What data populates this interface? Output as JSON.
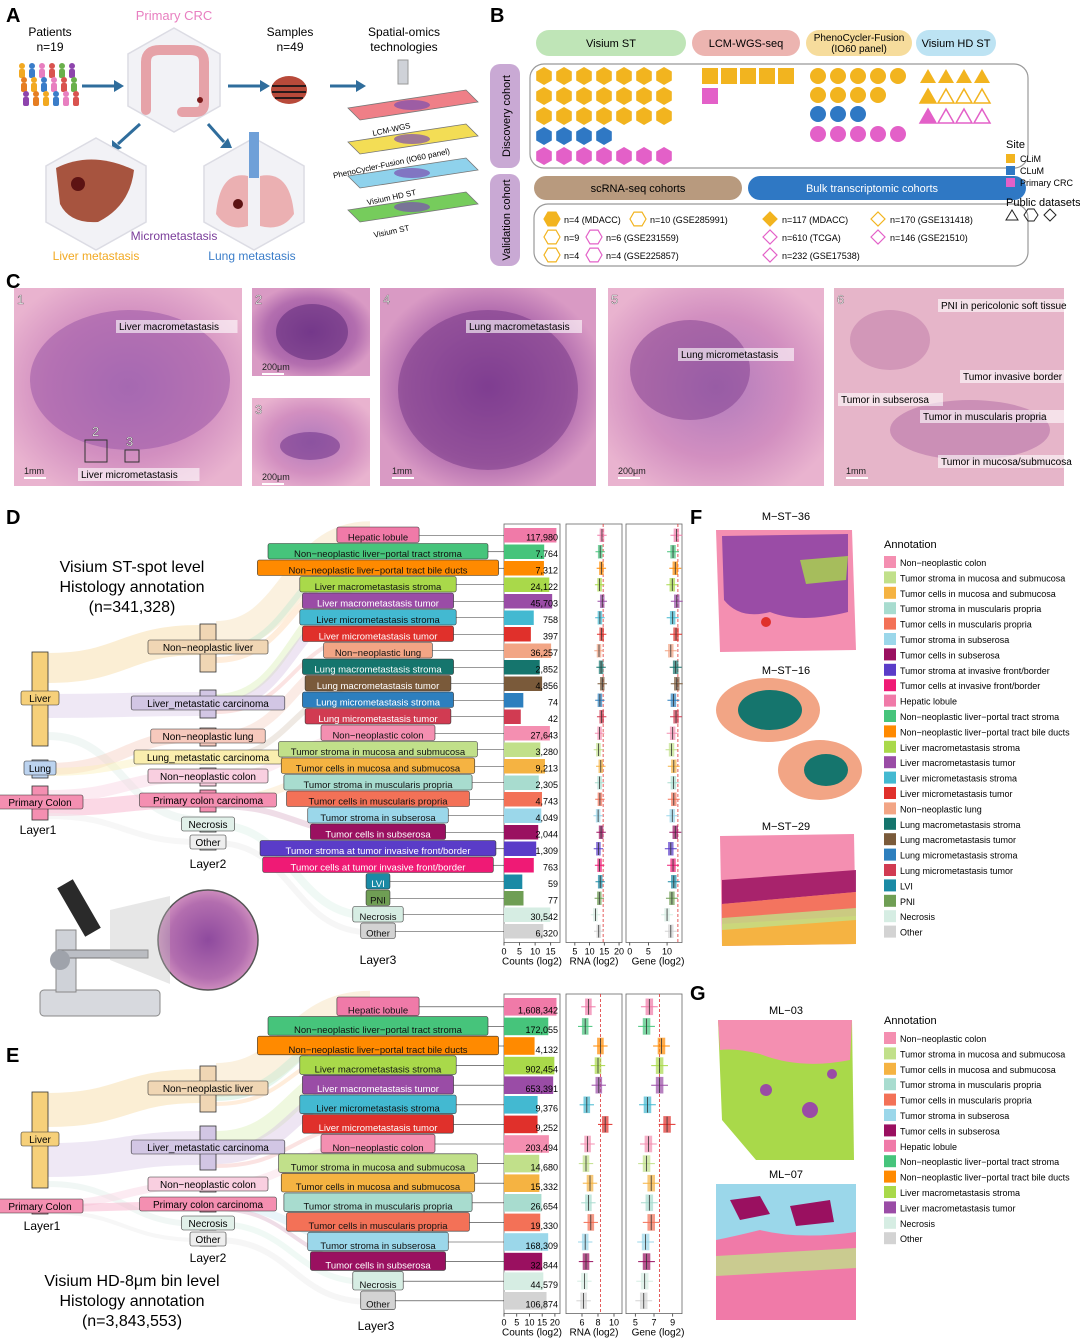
{
  "panel_letters": [
    "A",
    "B",
    "C",
    "D",
    "E",
    "F",
    "G"
  ],
  "panelA": {
    "patients_label": "Patients",
    "patients_n": "n=19",
    "primary_label": "Primary CRC",
    "samples_label": "Samples",
    "samples_n": "n=49",
    "spatial_label_1": "Spatial-omics",
    "spatial_label_2": "technologies",
    "slides": [
      "LCM-WGS",
      "PhenoCycler-Fusion (IO60 panel)",
      "Visium HD ST",
      "Visium ST"
    ],
    "liver_met": "Liver metastasis",
    "lung_met": "Lung metastasis",
    "micromet": "Micrometastasis",
    "colors": {
      "primary": "#e87fc0",
      "liver": "#f2a922",
      "lung": "#3a7dc9",
      "micro": "#7a3c9a"
    }
  },
  "panelB": {
    "tech_headers": [
      "Visium ST",
      "LCM-WGS-seq",
      "PhenoCycler-Fusion\n(IO60 panel)",
      "Visium HD ST"
    ],
    "discovery_label": "Discovery cohort",
    "validation_label": "Validation cohort",
    "validation_headers": [
      "scRNA-seq cohorts",
      "Bulk transcriptomic cohorts"
    ],
    "sc_items": [
      "n=4 (MDACC)",
      "n=10 (GSE285991)",
      "n=9",
      "n=6 (GSE231559)",
      "n=4",
      "n=4 (GSE225857)"
    ],
    "bulk_items": [
      "n=117 (MDACC)",
      "n=170 (GSE131418)",
      "n=610 (TCGA)",
      "n=146 (GSE21510)",
      "n=232 (GSE17538)"
    ],
    "site_title": "Site",
    "site_items": [
      "CLiM",
      "CLuM",
      "Primary CRC"
    ],
    "public_title": "Public datasets",
    "site_colors": [
      "#f2b41f",
      "#2f78c4",
      "#e360c8"
    ]
  },
  "panelC": {
    "labels": [
      "Liver macrometastasis",
      "Liver micrometastasis",
      "Lung macrometastasis",
      "Lung micrometastasis",
      "PNI in pericolonic soft tissue",
      "Tumor invasive border",
      "Tumor in subserosa",
      "Tumor in muscularis propria",
      "Tumor in mucosa/submucosa"
    ],
    "scale_bars": [
      "1mm",
      "200μm",
      "200μm",
      "1mm",
      "200μm",
      "1mm"
    ],
    "sub_numbers": [
      "1",
      "2",
      "3",
      "4",
      "5",
      "6",
      "2",
      "3"
    ]
  },
  "panelD": {
    "title_1": "Visium ST-spot level",
    "title_2": "Histology annotation",
    "title_3": "(n=341,328)",
    "layer1": [
      "Liver",
      "Lung",
      "Primary Colon"
    ],
    "layer2": [
      "Non−neoplastic liver",
      "Liver_metastatic carcinoma",
      "Non−neoplastic lung",
      "Lung_metastatic carcinoma",
      "Non−neoplastic colon",
      "Primary colon carcinoma",
      "Necrosis",
      "Other"
    ],
    "layer_labels": [
      "Layer1",
      "Layer2",
      "Layer3"
    ],
    "axis_labels": [
      "Counts (log2)",
      "RNA (log2)",
      "Gene (log2)"
    ]
  },
  "panelE": {
    "title_1": "Visium HD-8μm bin level",
    "title_2": "Histology annotation",
    "title_3": "(n=3,843,553)",
    "layer1": [
      "Liver",
      "Primary Colon"
    ],
    "layer2": [
      "Non−neoplastic liver",
      "Liver_metastatic carcinoma",
      "Non−neoplastic colon",
      "Primary colon carcinoma",
      "Necrosis",
      "Other"
    ],
    "layer_labels": [
      "Layer1",
      "Layer2",
      "Layer3"
    ],
    "axis_labels": [
      "Counts (log2)",
      "RNA (log2)",
      "Gene (log2)"
    ]
  },
  "panelF": {
    "samples": [
      "M−ST−36",
      "M−ST−16",
      "M−ST−29"
    ],
    "legend_title": "Annotation"
  },
  "panelG": {
    "samples": [
      "ML−03",
      "ML−07"
    ],
    "legend_title": "Annotation"
  },
  "categories": [
    {
      "name": "Non−neoplastic colon",
      "color": "#f48fb1"
    },
    {
      "name": "Tumor stroma in mucosa and submucosa",
      "color": "#c1e08a"
    },
    {
      "name": "Tumor cells in mucosa and submucosa",
      "color": "#f5b342"
    },
    {
      "name": "Tumor stroma in muscularis propria",
      "color": "#a8dccf"
    },
    {
      "name": "Tumor cells in muscularis propria",
      "color": "#f37157"
    },
    {
      "name": "Tumor stroma in subserosa",
      "color": "#9bd7ea"
    },
    {
      "name": "Tumor cells in subserosa",
      "color": "#9a1060"
    },
    {
      "name": "Tumor stroma at invasive front/border",
      "color": "#5a3cc8"
    },
    {
      "name": "Tumor cells at invasive front/border",
      "color": "#ef1a75"
    },
    {
      "name": "Hepatic lobule",
      "color": "#f07aa8"
    },
    {
      "name": "Non−neoplastic liver−portal tract stroma",
      "color": "#46c47b"
    },
    {
      "name": "Non−neoplastic liver−portal tract bile ducts",
      "color": "#ff8a00"
    },
    {
      "name": "Liver macrometastasis stroma",
      "color": "#a9d94a"
    },
    {
      "name": "Liver macrometastasis tumor",
      "color": "#9a4ca6"
    },
    {
      "name": "Liver micrometastasis stroma",
      "color": "#43b9d1"
    },
    {
      "name": "Liver micrometastasis tumor",
      "color": "#e0302b"
    },
    {
      "name": "Non−neoplastic lung",
      "color": "#f2a585"
    },
    {
      "name": "Lung macrometastasis stroma",
      "color": "#15756d"
    },
    {
      "name": "Lung macrometastasis tumor",
      "color": "#7a5a3a"
    },
    {
      "name": "Lung micrometastasis stroma",
      "color": "#2d7fbe"
    },
    {
      "name": "Lung micrometastasis tumor",
      "color": "#d13b52"
    },
    {
      "name": "LVI",
      "color": "#1a8aa5"
    },
    {
      "name": "PNI",
      "color": "#6f9e54"
    },
    {
      "name": "Necrosis",
      "color": "#d6ede3"
    },
    {
      "name": "Other",
      "color": "#d3d3d3"
    }
  ],
  "chart_data": [
    {
      "type": "bar",
      "title": "",
      "xlabel": "Counts (log2)",
      "categories": [
        "Hepatic lobule",
        "Non−neoplastic liver−portal tract stroma",
        "Non−neoplastic liver−portal tract bile ducts",
        "Liver macrometastasis stroma",
        "Liver macrometastasis tumor",
        "Liver micrometastasis stroma",
        "Liver micrometastasis tumor",
        "Non−neoplastic lung",
        "Lung macrometastasis stroma",
        "Lung macrometastasis tumor",
        "Lung micrometastasis stroma",
        "Lung micrometastasis tumor",
        "Non−neoplastic colon",
        "Tumor stroma in mucosa and submucosa",
        "Tumor cells in mucosa and submucosa",
        "Tumor stroma in muscularis propria",
        "Tumor cells in muscularis propria",
        "Tumor stroma in subserosa",
        "Tumor cells in subserosa",
        "Tumor stroma at tumor invasive front/border",
        "Tumor cells at tumor invasive front/border",
        "LVI",
        "PNI",
        "Necrosis",
        "Other"
      ],
      "labels": [
        "117,980",
        "7,764",
        "7,312",
        "24,122",
        "45,703",
        "758",
        "397",
        "36,257",
        "2,852",
        "4,856",
        "74",
        "42",
        "27,643",
        "3,280",
        "9,213",
        "2,305",
        "4,743",
        "4,049",
        "2,044",
        "1,309",
        "763",
        "59",
        "77",
        "30,542",
        "6,320"
      ],
      "values": [
        117980,
        7764,
        7312,
        24122,
        45703,
        758,
        397,
        36257,
        2852,
        4856,
        74,
        42,
        27643,
        3280,
        9213,
        2305,
        4743,
        4049,
        2044,
        1309,
        763,
        59,
        77,
        30542,
        6320
      ],
      "colors": [
        "#f07aa8",
        "#46c47b",
        "#ff8a00",
        "#a9d94a",
        "#9a4ca6",
        "#43b9d1",
        "#e0302b",
        "#f2a585",
        "#15756d",
        "#7a5a3a",
        "#2d7fbe",
        "#d13b52",
        "#f48fb1",
        "#c1e08a",
        "#f5b342",
        "#a8dccf",
        "#f37157",
        "#9bd7ea",
        "#9a1060",
        "#5a3cc8",
        "#ef1a75",
        "#1a8aa5",
        "#6f9e54",
        "#d6ede3",
        "#d3d3d3"
      ],
      "x_ticks": [
        "0",
        "5",
        "10",
        "15"
      ],
      "xlim": [
        0,
        18
      ],
      "rna_ticks": [
        "5",
        "10",
        "15",
        "20"
      ],
      "rna_xlim": [
        2,
        21
      ],
      "gene_ticks": [
        "0",
        "5",
        "10"
      ],
      "gene_xlim": [
        -1,
        14
      ],
      "rna_medians": [
        14.2,
        13.6,
        14.0,
        13.4,
        14.3,
        13.5,
        14.1,
        13.2,
        13.9,
        14.3,
        13.5,
        14.1,
        13.4,
        13.0,
        13.8,
        13.4,
        13.5,
        12.9,
        13.9,
        13.0,
        13.4,
        13.6,
        13.3,
        12.0,
        13.1
      ],
      "gene_medians": [
        12.5,
        11.6,
        12.2,
        11.4,
        12.6,
        11.5,
        12.4,
        11.0,
        12.3,
        12.6,
        11.7,
        12.4,
        11.5,
        11.2,
        11.8,
        11.7,
        11.8,
        11.4,
        12.2,
        11.0,
        11.6,
        11.8,
        11.3,
        10.0,
        11.0
      ]
    },
    {
      "type": "bar",
      "title": "",
      "xlabel": "Counts (log2)",
      "categories": [
        "Hepatic lobule",
        "Non−neoplastic liver−portal tract stroma",
        "Non−neoplastic liver−portal tract bile ducts",
        "Liver macrometastasis stroma",
        "Liver macrometastasis tumor",
        "Liver micrometastasis stroma",
        "Liver micrometastasis tumor",
        "Non−neoplastic colon",
        "Tumor stroma in mucosa and submucosa",
        "Tumor cells in mucosa and submucosa",
        "Tumor stroma in muscularis propria",
        "Tumor cells in muscularis propria",
        "Tumor stroma in subserosa",
        "Tumor cells in subserosa",
        "Necrosis",
        "Other"
      ],
      "labels": [
        "1,608,342",
        "172,055",
        "4,132",
        "902,454",
        "653,391",
        "9,376",
        "9,252",
        "203,494",
        "14,680",
        "15,332",
        "26,654",
        "19,330",
        "168,309",
        "32,844",
        "44,579",
        "106,874"
      ],
      "values": [
        1608342,
        172055,
        4132,
        902454,
        653391,
        9376,
        9252,
        203494,
        14680,
        15332,
        26654,
        19330,
        168309,
        32844,
        44579,
        106874
      ],
      "colors": [
        "#f07aa8",
        "#46c47b",
        "#ff8a00",
        "#a9d94a",
        "#9a4ca6",
        "#43b9d1",
        "#e0302b",
        "#f48fb1",
        "#c1e08a",
        "#f5b342",
        "#a8dccf",
        "#f37157",
        "#9bd7ea",
        "#9a1060",
        "#d6ede3",
        "#d3d3d3"
      ],
      "x_ticks": [
        "0",
        "5",
        "10",
        "15",
        "20"
      ],
      "xlim": [
        0,
        22
      ],
      "rna_ticks": [
        "6",
        "8",
        "10"
      ],
      "rna_xlim": [
        4,
        11
      ],
      "gene_ticks": [
        "5",
        "7",
        "9"
      ],
      "gene_xlim": [
        4,
        10
      ],
      "rna_medians": [
        6.8,
        6.4,
        8.3,
        8.0,
        8.1,
        6.6,
        8.9,
        6.7,
        6.5,
        7.0,
        6.8,
        7.1,
        6.4,
        6.5,
        6.3,
        6.2
      ],
      "gene_medians": [
        6.5,
        6.2,
        7.8,
        7.6,
        7.6,
        6.3,
        8.4,
        6.4,
        6.2,
        6.7,
        6.5,
        6.7,
        6.1,
        6.2,
        6.0,
        5.9
      ]
    }
  ]
}
